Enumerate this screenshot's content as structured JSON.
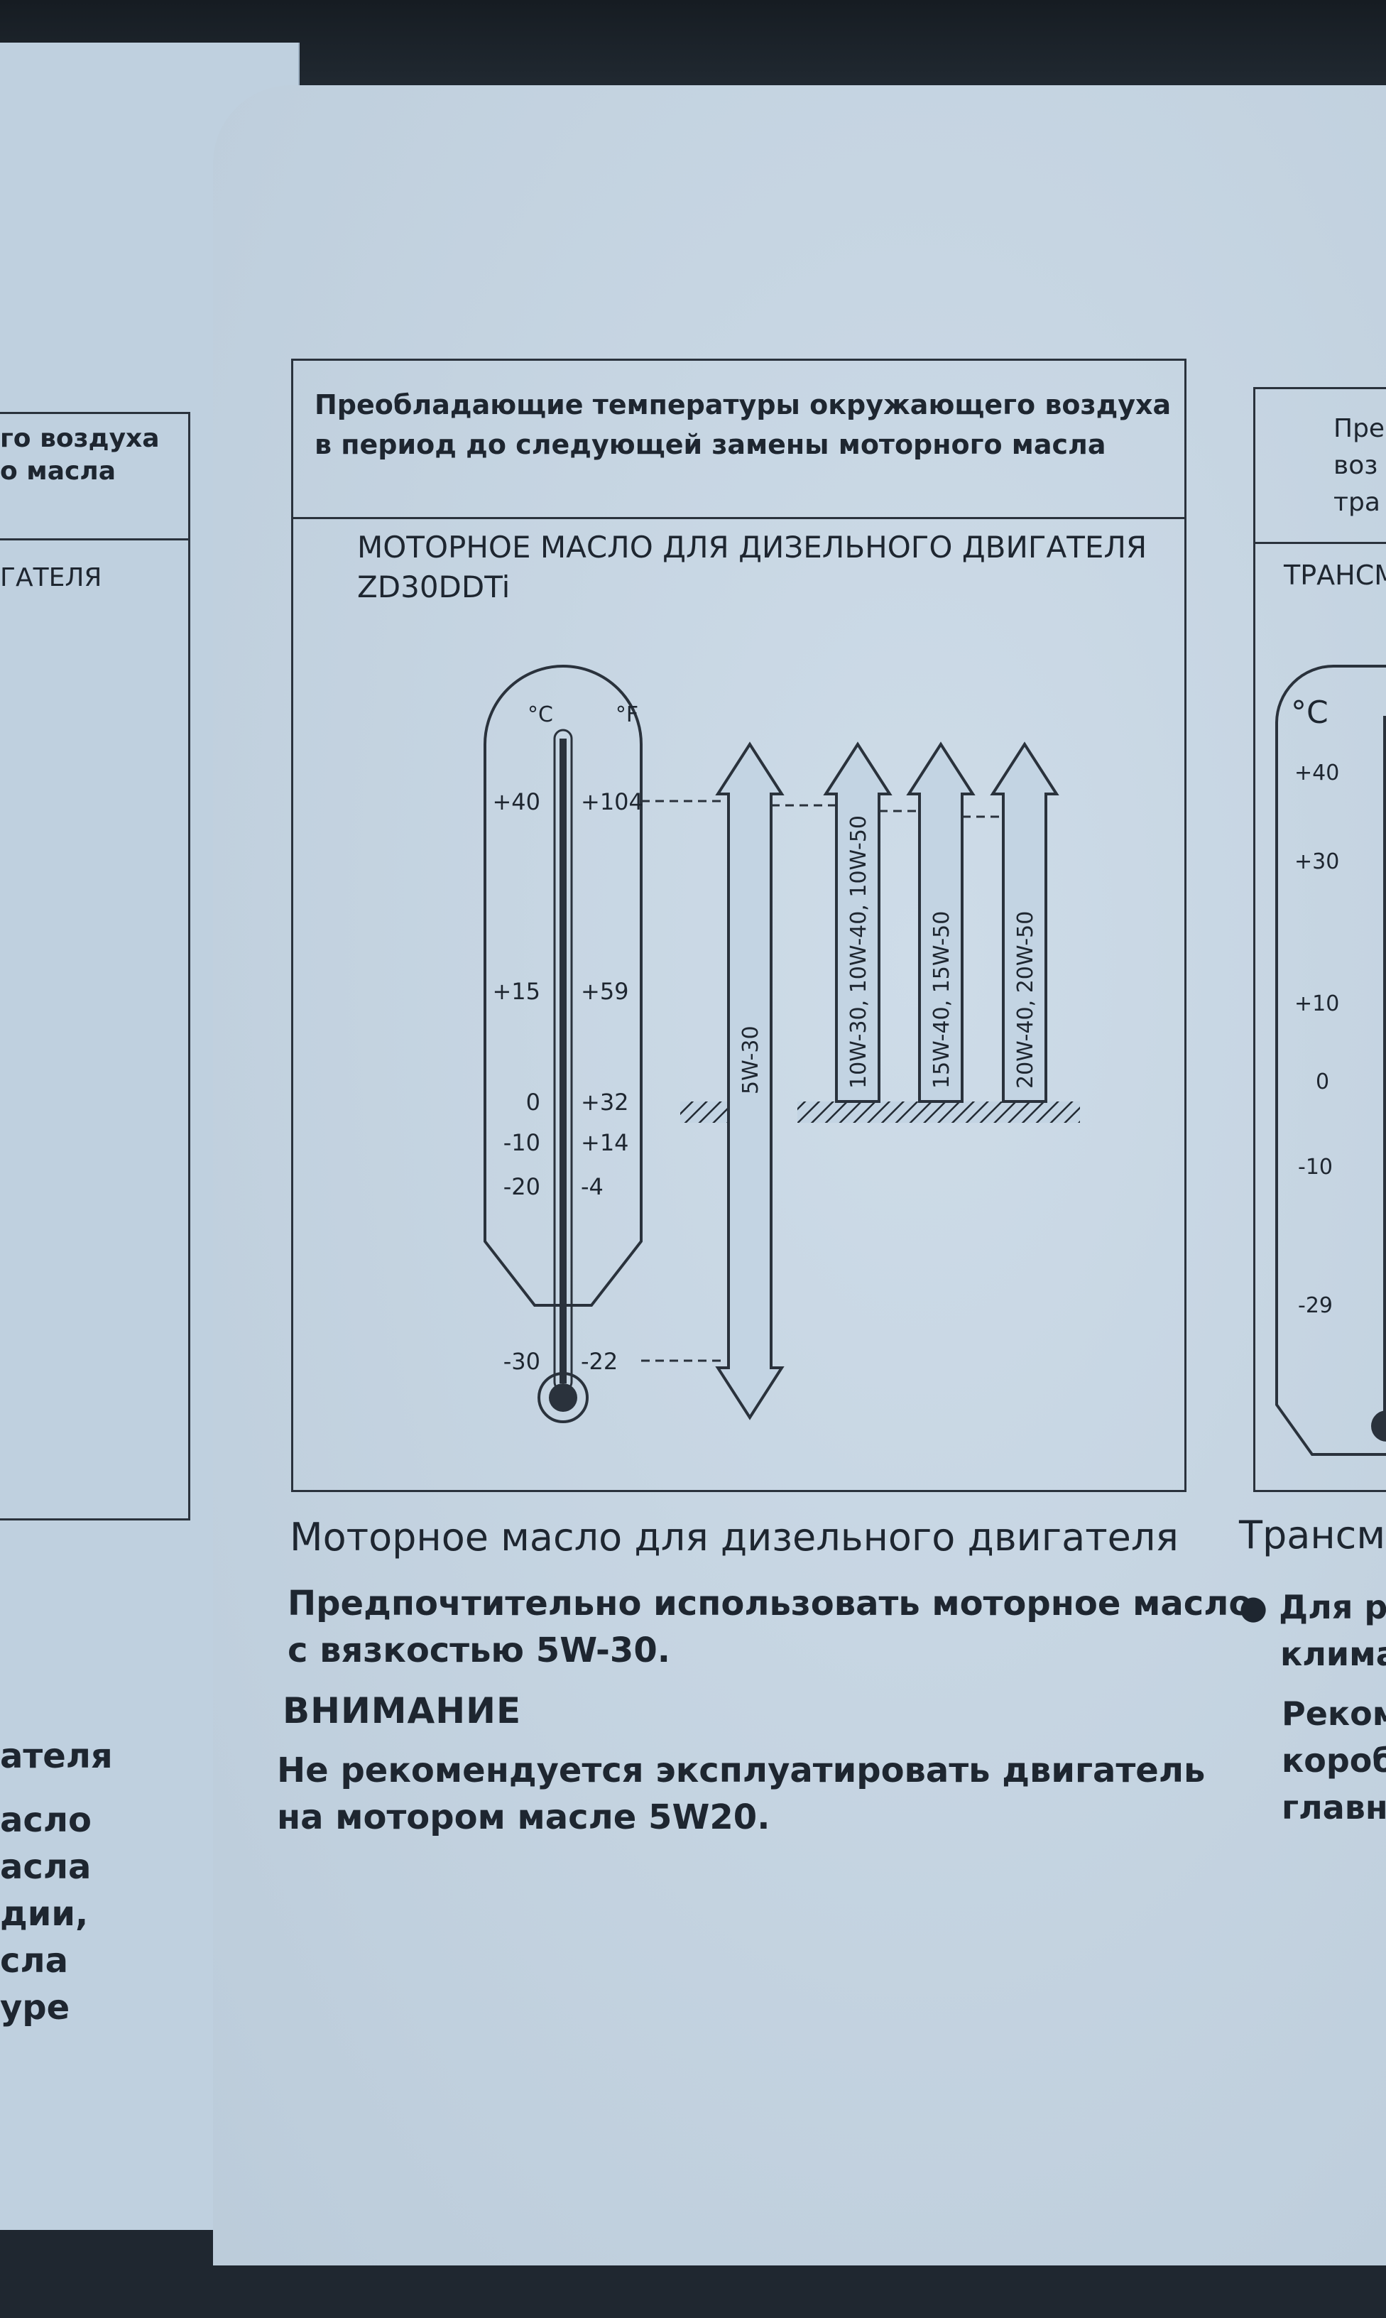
{
  "left_page": {
    "header_lines": [
      "го воздуха",
      "о масла"
    ],
    "sub_fragment": "ГАТЕЛЯ",
    "text_fragments": [
      "ателя",
      "асло",
      "асла",
      "дии,",
      "сла",
      "уре"
    ]
  },
  "panel": {
    "header_line1": "Преобладающие температуры окружающего воздуха",
    "header_line2": "в период до следующей замены моторного масла",
    "subtitle_line1": "МОТОРНОЕ МАСЛО ДЛЯ ДИЗЕЛЬНОГО ДВИГАТЕЛЯ",
    "subtitle_line2": "ZD30DDTi"
  },
  "thermometer": {
    "unit_c": "°C",
    "unit_f": "°F",
    "scale": [
      {
        "c": "+40",
        "f": "+104",
        "value_c": 40
      },
      {
        "c": "+15",
        "f": "+59",
        "value_c": 15
      },
      {
        "c": "0",
        "f": "+32",
        "value_c": 0
      },
      {
        "c": "-10",
        "f": "+14",
        "value_c": -10
      },
      {
        "c": "-20",
        "f": "-4",
        "value_c": -20
      },
      {
        "c": "-30",
        "f": "-22",
        "value_c": -30
      }
    ]
  },
  "oil_grades": [
    {
      "label": "5W-30",
      "min_c": -30,
      "max_c": 40
    },
    {
      "label": "10W-30, 10W-40, 10W-50",
      "min_c": 0,
      "max_c": 40
    },
    {
      "label": "15W-40, 15W-50",
      "min_c": 0,
      "max_c": 40
    },
    {
      "label": "20W-40, 20W-50",
      "min_c": 0,
      "max_c": 40
    }
  ],
  "body": {
    "caption": "Моторное масло для дизельного двигателя",
    "para_line1": "Предпочтительно использовать моторное масло",
    "para_line2": "с вязкостью 5W-30.",
    "warning_heading": "ВНИМАНИЕ",
    "warning_line1": "Не рекомендуется эксплуатировать двигатель",
    "warning_line2": "на мотором масле 5W20."
  },
  "right_page": {
    "header_lines": [
      "Пре",
      "воз",
      "тра"
    ],
    "sub_fragment": "ТРАНСМ",
    "unit_c": "°C",
    "scale": [
      "+40",
      "+30",
      "+10",
      "0",
      "-10",
      "-29"
    ],
    "caption": "Трансми",
    "bullet_line1": "● Для р",
    "bullet_line2": "клима",
    "text_line1": "Реком",
    "text_line2": "короб",
    "text_line3": "главны"
  }
}
